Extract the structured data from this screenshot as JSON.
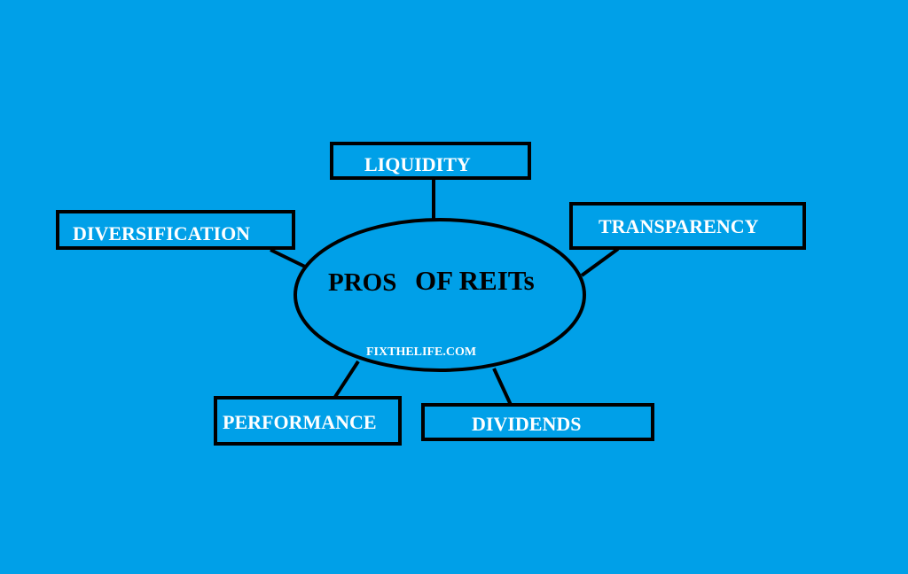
{
  "background_color": "#00a0e8",
  "center": {
    "word1": "PROS",
    "word2": "OF REITs",
    "watermark": "FIXTHELIFE.COM"
  },
  "nodes": {
    "liquidity": "LIQUIDITY",
    "diversification": "DIVERSIFICATION",
    "transparency": "TRANSPARENCY",
    "performance": "PERFORMANCE",
    "dividends": "DIVIDENDS"
  }
}
